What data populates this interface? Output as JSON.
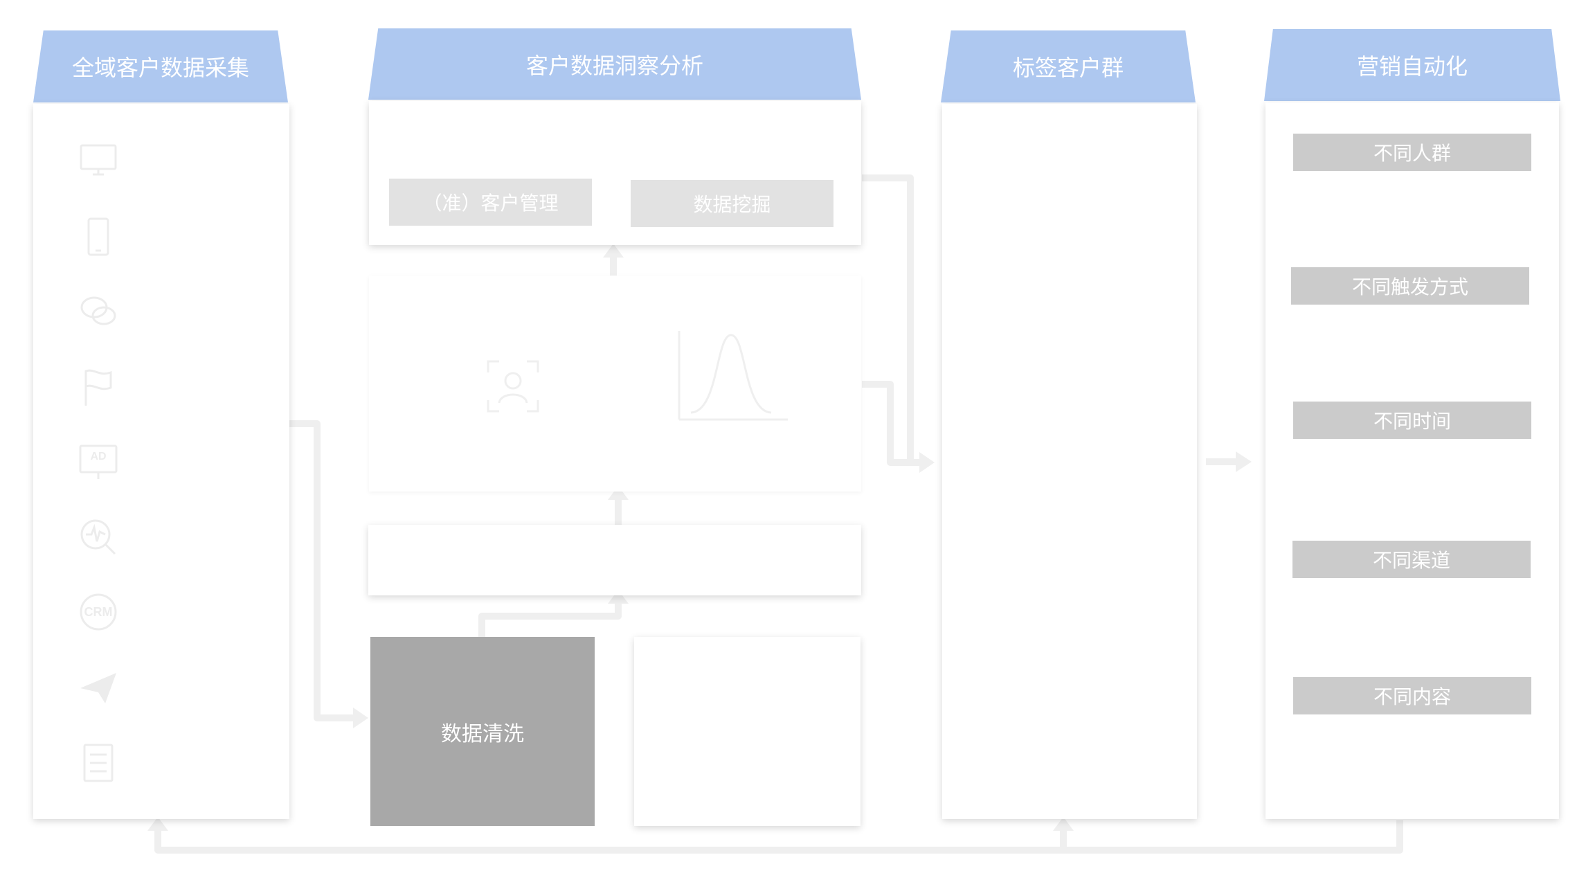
{
  "columns": {
    "collect": {
      "title": "全域客户数据采集"
    },
    "insight": {
      "title": "客户数据洞察分析"
    },
    "segment": {
      "title": "标签客户群"
    },
    "automation": {
      "title": "营销自动化"
    }
  },
  "insight": {
    "manage_label": "（准）客户管理",
    "mining_label": "数据挖掘",
    "cleaning_label": "数据清洗"
  },
  "automation": {
    "items": [
      "不同人群",
      "不同触发方式",
      "不同时间",
      "不同渠道",
      "不同内容"
    ]
  },
  "collect": {
    "icons": [
      "monitor-icon",
      "mobile-icon",
      "wechat-icon",
      "flag-icon",
      "ad-icon",
      "search-pulse-icon",
      "crm-icon",
      "paper-plane-icon",
      "document-icon"
    ],
    "ad_text": "AD",
    "crm_text": "CRM"
  },
  "colors": {
    "header_blue": "#aec8f0",
    "chip_gray": "#e2e2e2",
    "tag_gray": "#cbcbcb",
    "wash_gray": "#a8a8a8",
    "connector": "#efefef"
  }
}
